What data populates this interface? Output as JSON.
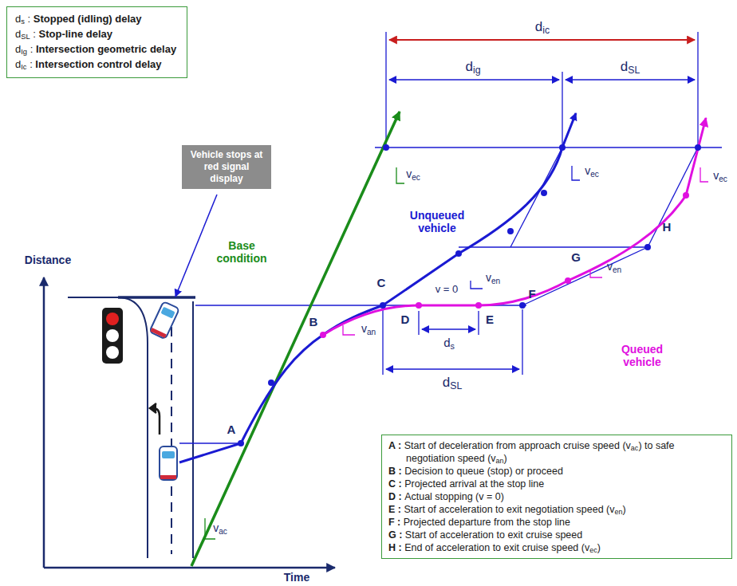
{
  "diagram": {
    "nodes": [
      {
        "text": [
          "ds : Stopped (idling) delay",
          "dSL : Stop-line delay",
          "dIg : Intersection geometric delay",
          "dIc : Intersection control delay"
        ]
      },
      {
        "text": [
          "Vehicle stops at red signal display"
        ]
      },
      {
        "text": [
          "A : Start of deceleration from approach cruise speed (vac) to safe negotiation speed (van)",
          "B : Decision to queue (stop) or proceed",
          "C : Projected arrival at the stop line",
          "D : Actual stopping (v = 0)",
          "E : Start of acceleration to exit negotiation speed (ven)",
          "F : Projected departure from the stop line",
          "G : Start of acceleration to exit cruise speed",
          "H : End of acceleration to exit cruise speed (vec)"
        ]
      }
    ],
    "labels": [
      "Distance",
      "Time",
      "Base condition",
      "Unqueued vehicle",
      "Queued vehicle",
      "dic",
      "dig",
      "dSL",
      "dSL",
      "ds",
      "v = 0",
      "A",
      "B",
      "C",
      "D",
      "E",
      "F",
      "G",
      "H",
      "vac",
      "van",
      "ven",
      "ven",
      "vec",
      "vec",
      "vec"
    ]
  }
}
